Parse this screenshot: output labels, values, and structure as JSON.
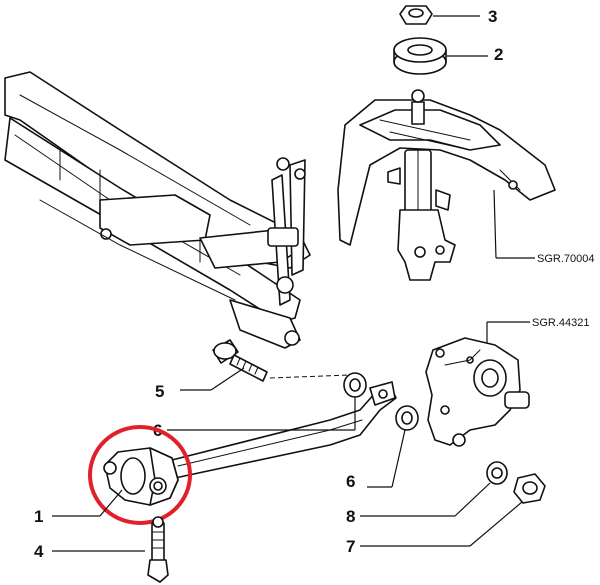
{
  "callouts": [
    {
      "id": "1",
      "label": "1"
    },
    {
      "id": "2",
      "label": "2"
    },
    {
      "id": "3",
      "label": "3"
    },
    {
      "id": "4",
      "label": "4"
    },
    {
      "id": "5",
      "label": "5"
    },
    {
      "id": "6a",
      "label": "6"
    },
    {
      "id": "6b",
      "label": "6"
    },
    {
      "id": "7",
      "label": "7"
    },
    {
      "id": "8",
      "label": "8"
    }
  ],
  "references": {
    "strut": "SGR.70004",
    "knuckle": "SGR.44321"
  },
  "highlight_color": "#e0202a",
  "ink_color": "#111111"
}
